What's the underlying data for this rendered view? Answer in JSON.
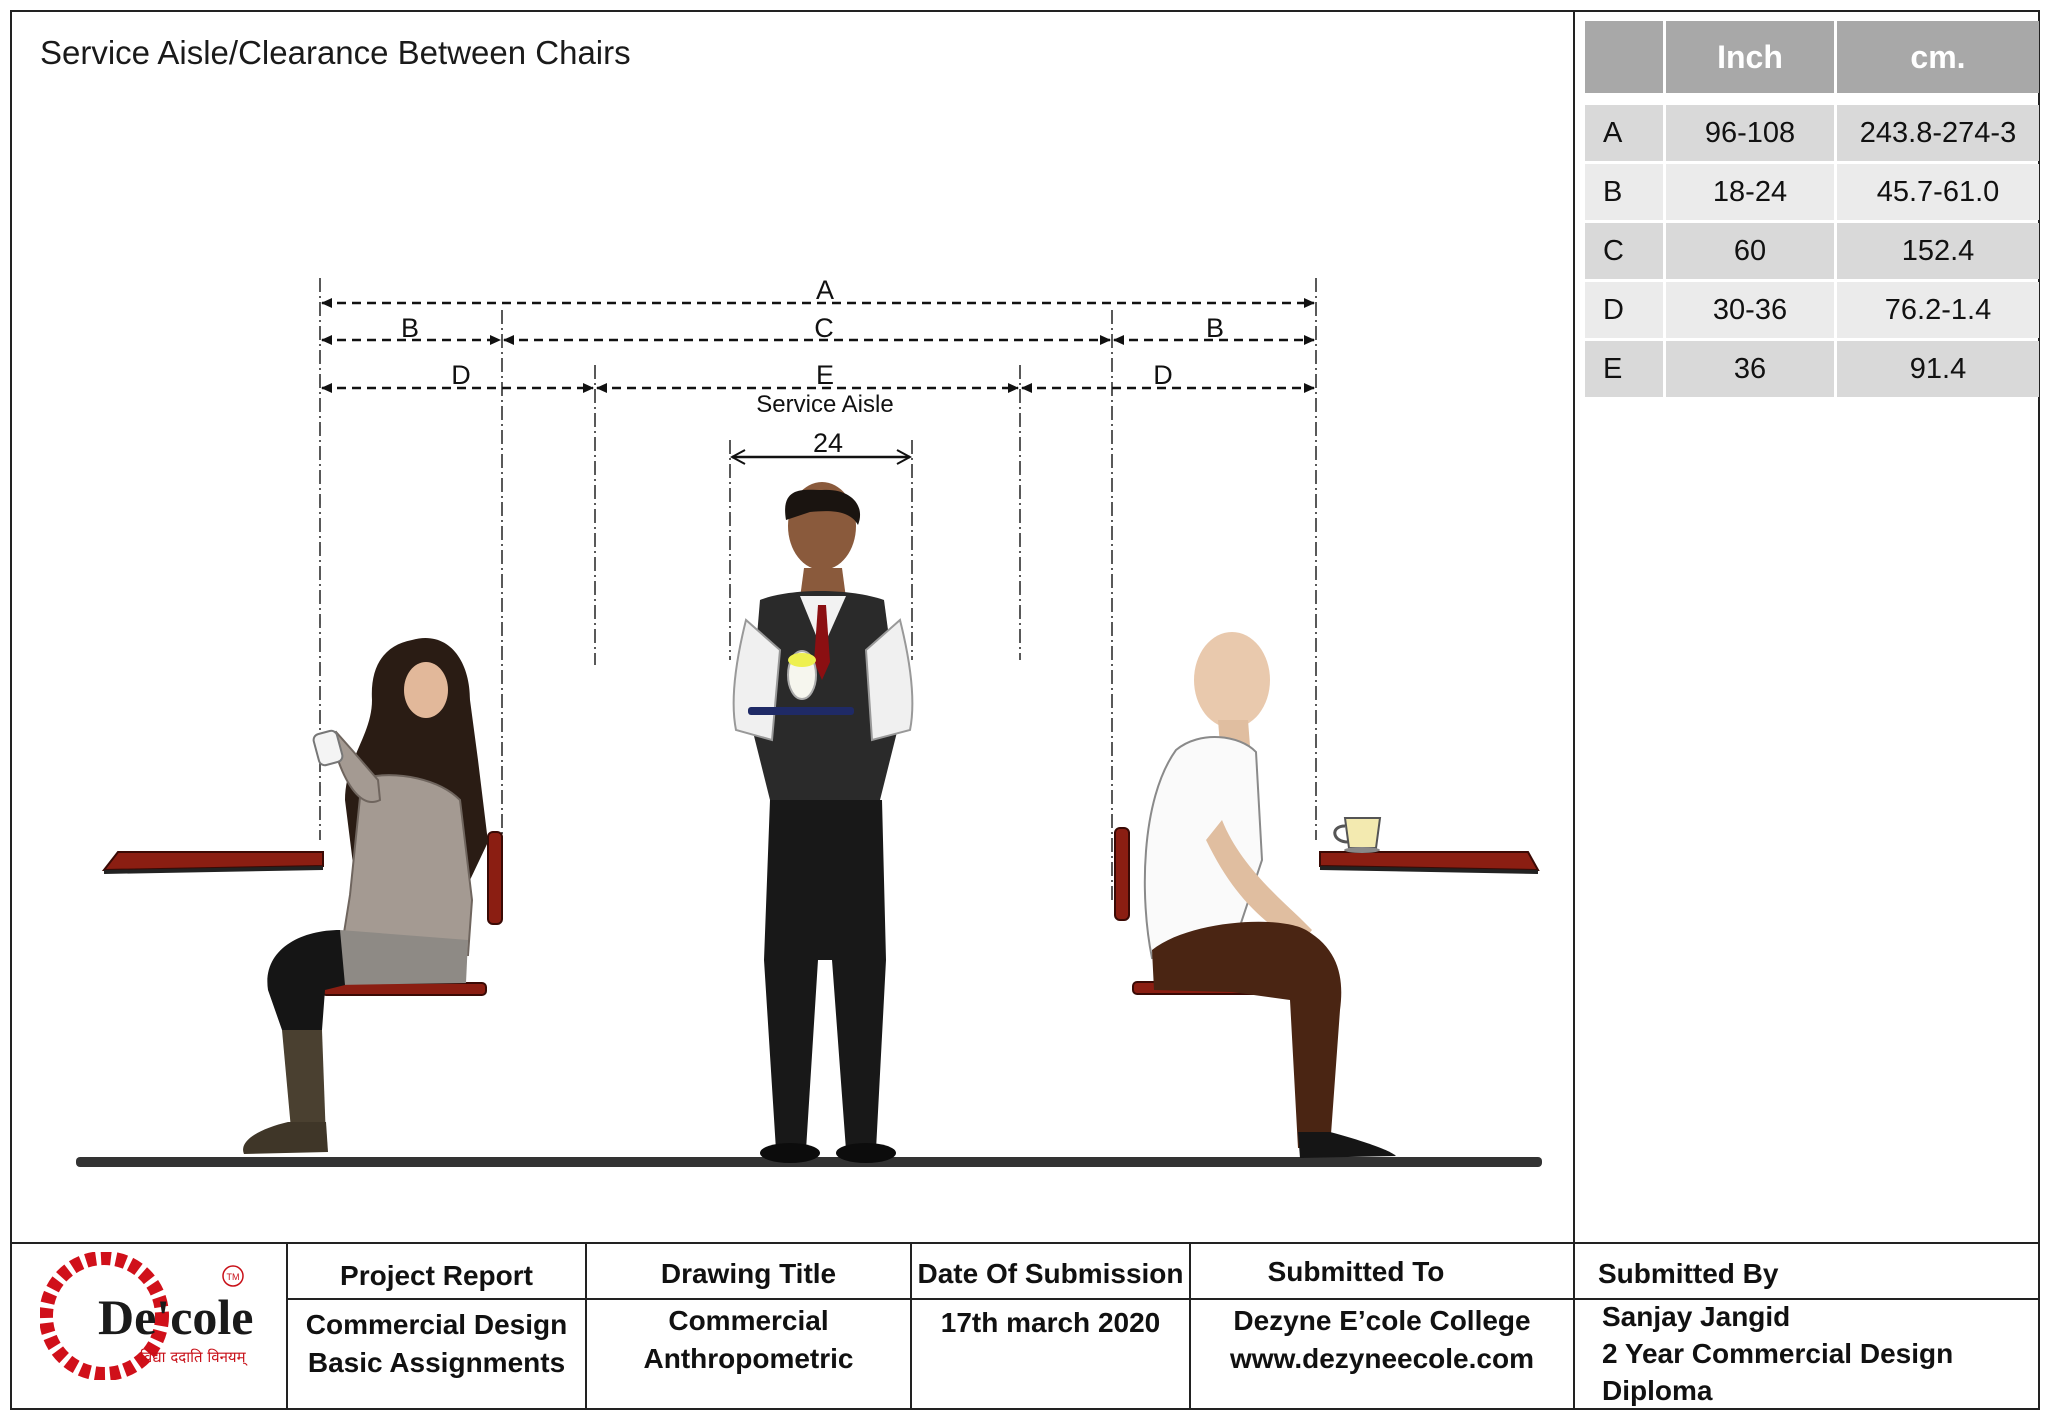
{
  "page_title": "Service Aisle/Clearance Between Chairs",
  "diagram": {
    "labels": {
      "A": "A",
      "B_left": "B",
      "B_right": "B",
      "C": "C",
      "D_left": "D",
      "D_right": "D",
      "E": "E",
      "service_aisle": "Service Aisle",
      "waiter_width": "24"
    }
  },
  "table": {
    "headers": [
      "",
      "Inch",
      "cm."
    ],
    "rows": [
      {
        "label": "A",
        "inch": "96-108",
        "cm": "243.8-274-3"
      },
      {
        "label": "B",
        "inch": "18-24",
        "cm": "45.7-61.0"
      },
      {
        "label": "C",
        "inch": "60",
        "cm": "152.4"
      },
      {
        "label": "D",
        "inch": "30-36",
        "cm": "76.2-1.4"
      },
      {
        "label": "E",
        "inch": "36",
        "cm": "91.4"
      }
    ]
  },
  "footer": {
    "logo": {
      "brand": "De'cole",
      "tagline": "विद्या ददाति विनयम्",
      "tm": "TM"
    },
    "project_report": {
      "heading": "Project Report",
      "line1": "Commercial Design",
      "line2": "Basic Assignments"
    },
    "drawing_title": {
      "heading": "Drawing Title",
      "line1": "Commercial",
      "line2": "Anthropometric"
    },
    "date": {
      "heading": "Date Of Submission",
      "value": "17th march 2020"
    },
    "submitted_to": {
      "heading": "Submitted To",
      "line1": "Dezyne E’cole College",
      "line2": "www.dezyneecole.com"
    },
    "submitted_by": {
      "heading": "Submitted By",
      "line1": "Sanjay Jangid",
      "line2": "2 Year Commercial Design",
      "line3": "Diploma"
    }
  },
  "colors": {
    "table_header": "#a8a8a8",
    "furniture": "#8b1e12",
    "floor": "#333333",
    "logo_red": "#d0101a"
  }
}
